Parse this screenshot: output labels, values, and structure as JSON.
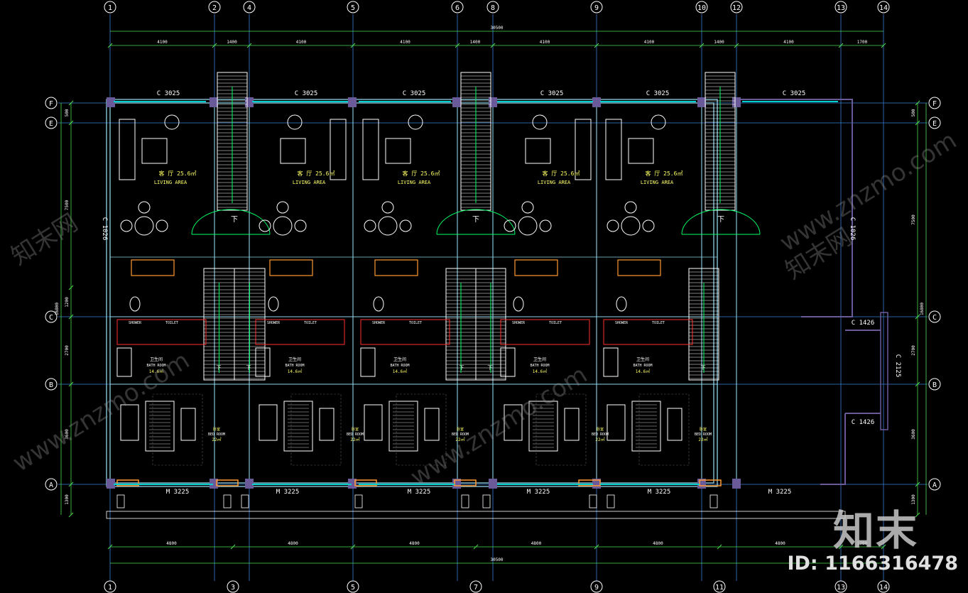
{
  "colors": {
    "background": "#000000",
    "grid": "#3a7fd6",
    "wall": "#8fd3e8",
    "wallfill": "#6a5a9a",
    "furniture": "#ffffff",
    "text": "#ffff66",
    "window": "#00d0d0",
    "stair": "#ffffff",
    "door": "#00ff66",
    "dimension": "#4ddc4d",
    "red": "#ff3030",
    "orange": "#ff9a30"
  },
  "grid_top": [
    "1",
    "2",
    "4",
    "5",
    "6",
    "8",
    "9",
    "10",
    "12",
    "13",
    "14"
  ],
  "grid_bottom": [
    "1",
    "3",
    "5",
    "7",
    "9",
    "11",
    "13",
    "14"
  ],
  "grid_rows": [
    "F",
    "E",
    "C",
    "B",
    "A"
  ],
  "dims_top": [
    "4100",
    "1400",
    "4100",
    "4100",
    "1400",
    "4100",
    "4100",
    "1400",
    "4100",
    "1700"
  ],
  "dims_bottom": [
    "4800",
    "4800",
    "4800",
    "4800",
    "4800",
    "4800",
    "1700"
  ],
  "total_dim": "30500",
  "left_dims": [
    "500",
    "7500",
    "1200",
    "2700",
    "3600",
    "1300"
  ],
  "left_total": "16800",
  "right_dims": [
    "500",
    "7500",
    "2700",
    "3600",
    "1300"
  ],
  "right_total": "16800",
  "window_labels_top": [
    "C 3025",
    "C 3025",
    "C 3025",
    "C 3025",
    "C 3025",
    "C 3025"
  ],
  "window_labels_bottom": [
    "M 3225",
    "M 3225",
    "M 3225",
    "M 3225",
    "M 3225",
    "M 3225"
  ],
  "side_labels": [
    "C 1026",
    "C 1026",
    "C 1426",
    "C 2125",
    "C 1426"
  ],
  "rooms": {
    "living_cn": "客 厅",
    "living_area": "25.6㎡",
    "living_en": "LIVING AREA",
    "shower": "SHOWER",
    "toilet": "TOILET",
    "bath_cn": "卫生间",
    "bath_en": "BATH ROOM",
    "bath_area": "14.6㎡",
    "bed_cn": "卧室",
    "bed_en": "BED ROOM",
    "bed_area": "22㎡",
    "down": "下"
  },
  "watermark": {
    "brand": "知末",
    "id": "ID: 1166316478",
    "url": "www.znzmo.com",
    "small": "知末网"
  }
}
